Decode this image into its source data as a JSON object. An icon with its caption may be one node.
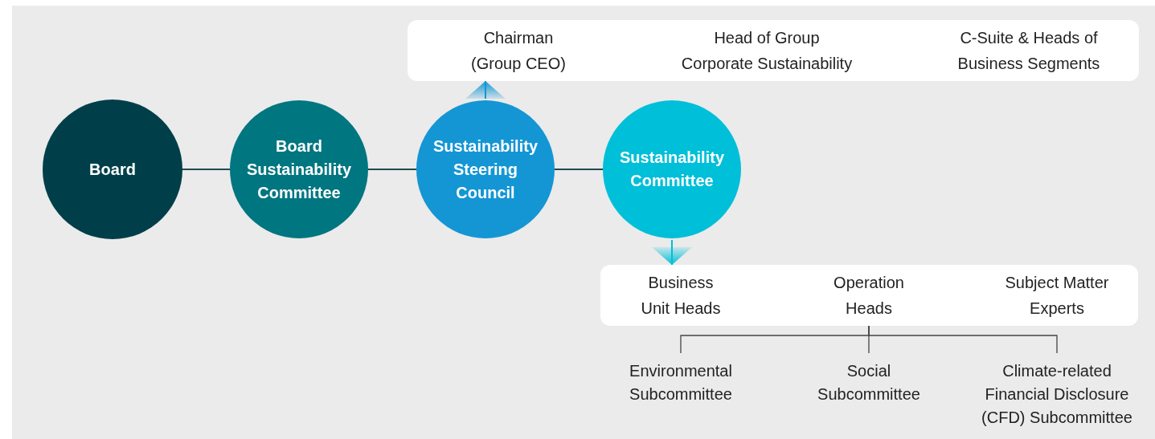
{
  "diagram": {
    "nodes": [
      {
        "text": [
          "Board"
        ]
      },
      {
        "text": [
          "Board Sustainability Committee"
        ]
      },
      {
        "text": [
          "Sustainability Steering Council"
        ]
      },
      {
        "text": [
          "Sustainability Committee"
        ]
      },
      {
        "text": [
          "Chairman (Group CEO)",
          "Head of Group Corporate Sustainability",
          "C-Suite & Heads of Business Segments"
        ]
      },
      {
        "text": [
          "Business Unit Heads",
          "Operation Heads",
          "Subject Matter Experts"
        ]
      },
      {
        "text": [
          "Environmental Subcommittee"
        ]
      },
      {
        "text": [
          "Social Subcommittee"
        ]
      },
      {
        "text": [
          "Climate-related Financial Disclosure (CFD) Subcommittee"
        ]
      }
    ],
    "edges": [
      {
        "from": 0,
        "to": 1,
        "arrow": "none"
      },
      {
        "from": 1,
        "to": 2,
        "arrow": "none"
      },
      {
        "from": 2,
        "to": 3,
        "arrow": "none"
      },
      {
        "from": 2,
        "to": 4,
        "arrow": "to",
        "color": "#1496d4"
      },
      {
        "from": 3,
        "to": 5,
        "arrow": "to",
        "color": "#00bfd8"
      },
      {
        "from": 5,
        "to": 6,
        "arrow": "none"
      },
      {
        "from": 5,
        "to": 7,
        "arrow": "none"
      },
      {
        "from": 5,
        "to": 8,
        "arrow": "none"
      }
    ]
  }
}
